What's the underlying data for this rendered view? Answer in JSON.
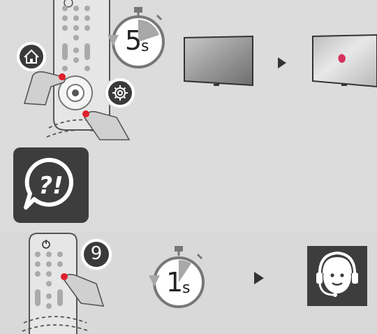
{
  "step1": {
    "timer": {
      "number": "5",
      "unit": "s",
      "icon": "stopwatch-icon"
    },
    "remote_buttons": [
      {
        "name": "home",
        "icon": "home-icon"
      },
      {
        "name": "settings",
        "icon": "gear-icon"
      }
    ],
    "tv_before": "tv-off-icon",
    "tv_after": "tv-on-icon",
    "arrow": "play-arrow-icon"
  },
  "troubleshoot": {
    "icon": "question-exclamation-bubble-icon"
  },
  "step2": {
    "remote_button": {
      "label": "9"
    },
    "timer": {
      "number": "1",
      "unit": "s",
      "icon": "stopwatch-icon"
    },
    "arrow": "play-arrow-icon",
    "support": {
      "icon": "support-agent-headset-icon"
    }
  },
  "colors": {
    "background": "#dcdcdc",
    "press_red": "#e0202a",
    "dark_tile": "#3d3d3d",
    "tv_dot": "#d6345f"
  }
}
